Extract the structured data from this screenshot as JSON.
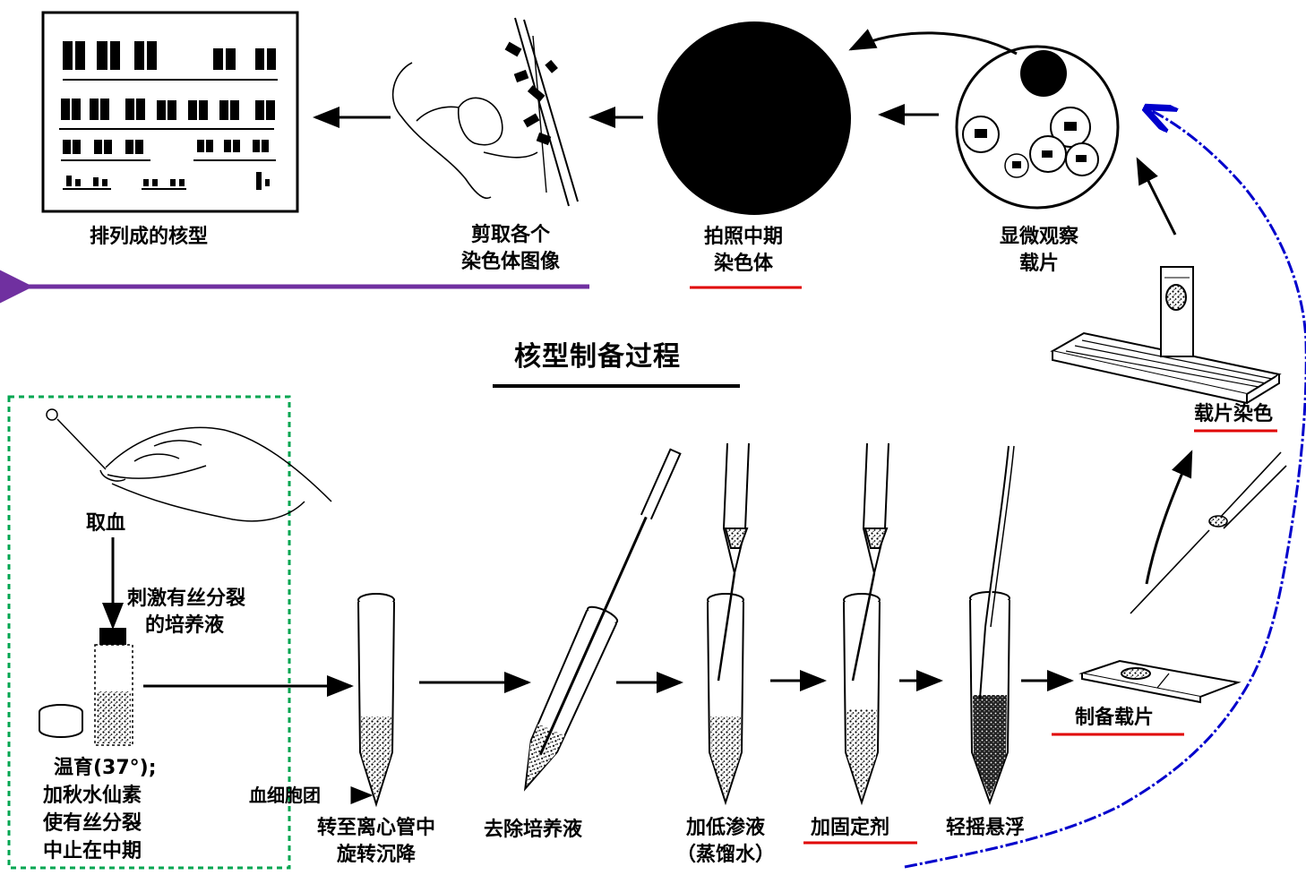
{
  "title": "核型制备过程",
  "top_row": {
    "karyotype_label": "排列成的核型",
    "cut_label_line1": "剪取各个",
    "cut_label_line2": "染色体图像",
    "photo_label_line1": "拍照中期",
    "photo_label_line2": "染色体",
    "micro_label_line1": "显微观察",
    "micro_label_line2": "载片"
  },
  "right_side": {
    "stain_label": "载片染色",
    "prepare_label": "制备载片"
  },
  "left_box": {
    "blood_label": "取血",
    "culture_line1": "刺激有丝分裂",
    "culture_line2": "的培养液",
    "incubate_line1": "温育(37°);",
    "incubate_line2": "加秋水仙素",
    "incubate_line3": "使有丝分裂",
    "incubate_line4": "中止在中期"
  },
  "bottom_row": {
    "pellet_label": "血细胞团",
    "centrifuge_line1": "转至离心管中",
    "centrifuge_line2": "旋转沉降",
    "remove_label": "去除培养液",
    "hypo_line1": "加低渗液",
    "hypo_line2": "（蒸馏水）",
    "fix_label": "加固定剂",
    "shake_label": "轻摇悬浮"
  },
  "colors": {
    "highlight_underline": "#e00000",
    "purple_arrow": "#7030a0",
    "blue_arrow": "#0000cc",
    "green_box": "#00a651"
  }
}
